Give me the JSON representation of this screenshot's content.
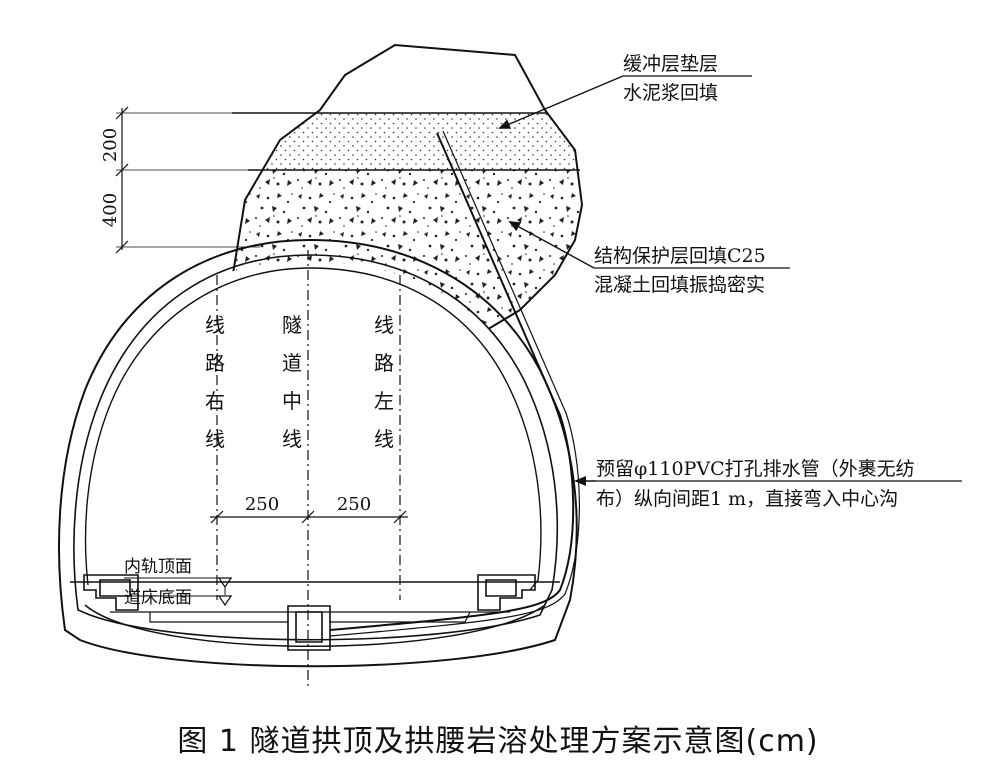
{
  "labels": {
    "buffer_line1": "缓冲层垫层",
    "buffer_line2": "水泥浆回填",
    "protect_line1": "结构保护层回填C25",
    "protect_line2": "混凝土回填振捣密实",
    "drain_line1": "预留φ110PVC打孔排水管（外裹无纺",
    "drain_line2": "布）纵向间距1 m，直接弯入中心沟",
    "rail_top": "内轨顶面",
    "bed_bottom": "道床底面"
  },
  "dimensions": {
    "top_200": "200",
    "top_400": "400",
    "left_250": "250",
    "right_250": "250"
  },
  "centerlines": {
    "right_line": [
      "线",
      "路",
      "右",
      "线"
    ],
    "tunnel_center": [
      "隧",
      "道",
      "中",
      "线"
    ],
    "left_line": [
      "线",
      "路",
      "左",
      "线"
    ]
  },
  "caption": "图 1   隧道拱顶及拱腰岩溶处理方案示意图(cm)"
}
